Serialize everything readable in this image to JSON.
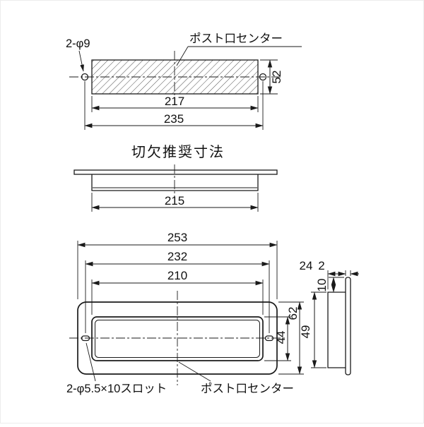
{
  "canvas": {
    "background": "#ffffff",
    "line_color": "#1a1a1a"
  },
  "cutout_view": {
    "holes_label": "2-φ9",
    "center_label": "ポスト口センター",
    "height": "52",
    "cutout_width": "217",
    "hole_pitch": "235"
  },
  "section_title": "切欠推奨寸法",
  "section_view": {
    "width": "215"
  },
  "front_view": {
    "overall_width": "253",
    "slot_pitch": "232",
    "opening_width": "210",
    "overall_height": "62",
    "opening_height": "44",
    "slots_label": "2-φ5.5×10スロット",
    "center_label": "ポスト口センター"
  },
  "side_view": {
    "depth": "24",
    "thickness": "2",
    "top_offset": "10",
    "height": "49"
  }
}
